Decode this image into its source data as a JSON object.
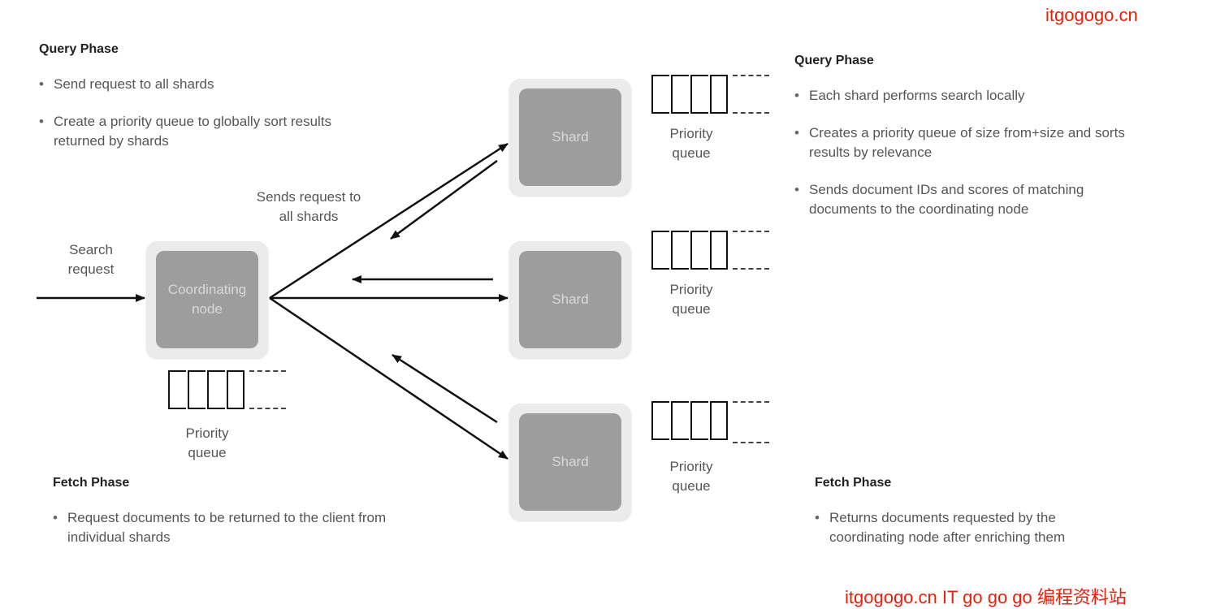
{
  "watermark_top": "itgogogo.cn",
  "watermark_bottom": "itgogogo.cn IT go go go 编程资料站",
  "left_query": {
    "heading": "Query Phase",
    "bullets": [
      "Send request to all shards",
      "Create a priority queue to globally sort results returned by shards"
    ]
  },
  "right_query": {
    "heading": "Query Phase",
    "bullets": [
      "Each shard performs search locally",
      "Creates a priority queue of size from+size and sorts results by relevance",
      "Sends document IDs and scores of matching documents to the coordinating node"
    ]
  },
  "left_fetch": {
    "heading": "Fetch Phase",
    "bullets": [
      "Request documents to be returned to the client from individual shards"
    ]
  },
  "right_fetch": {
    "heading": "Fetch Phase",
    "bullets": [
      "Returns documents requested by the coordinating node after enriching them"
    ]
  },
  "search_request": "Search request",
  "sends_request": "Sends request to all shards",
  "coordinating_node": "Coordinating node",
  "shard_label": "Shard",
  "priority_queue": "Priority queue",
  "colors": {
    "node_bg": "#ebebeb",
    "node_inner": "#9d9d9d",
    "watermark": "#e8200c"
  }
}
